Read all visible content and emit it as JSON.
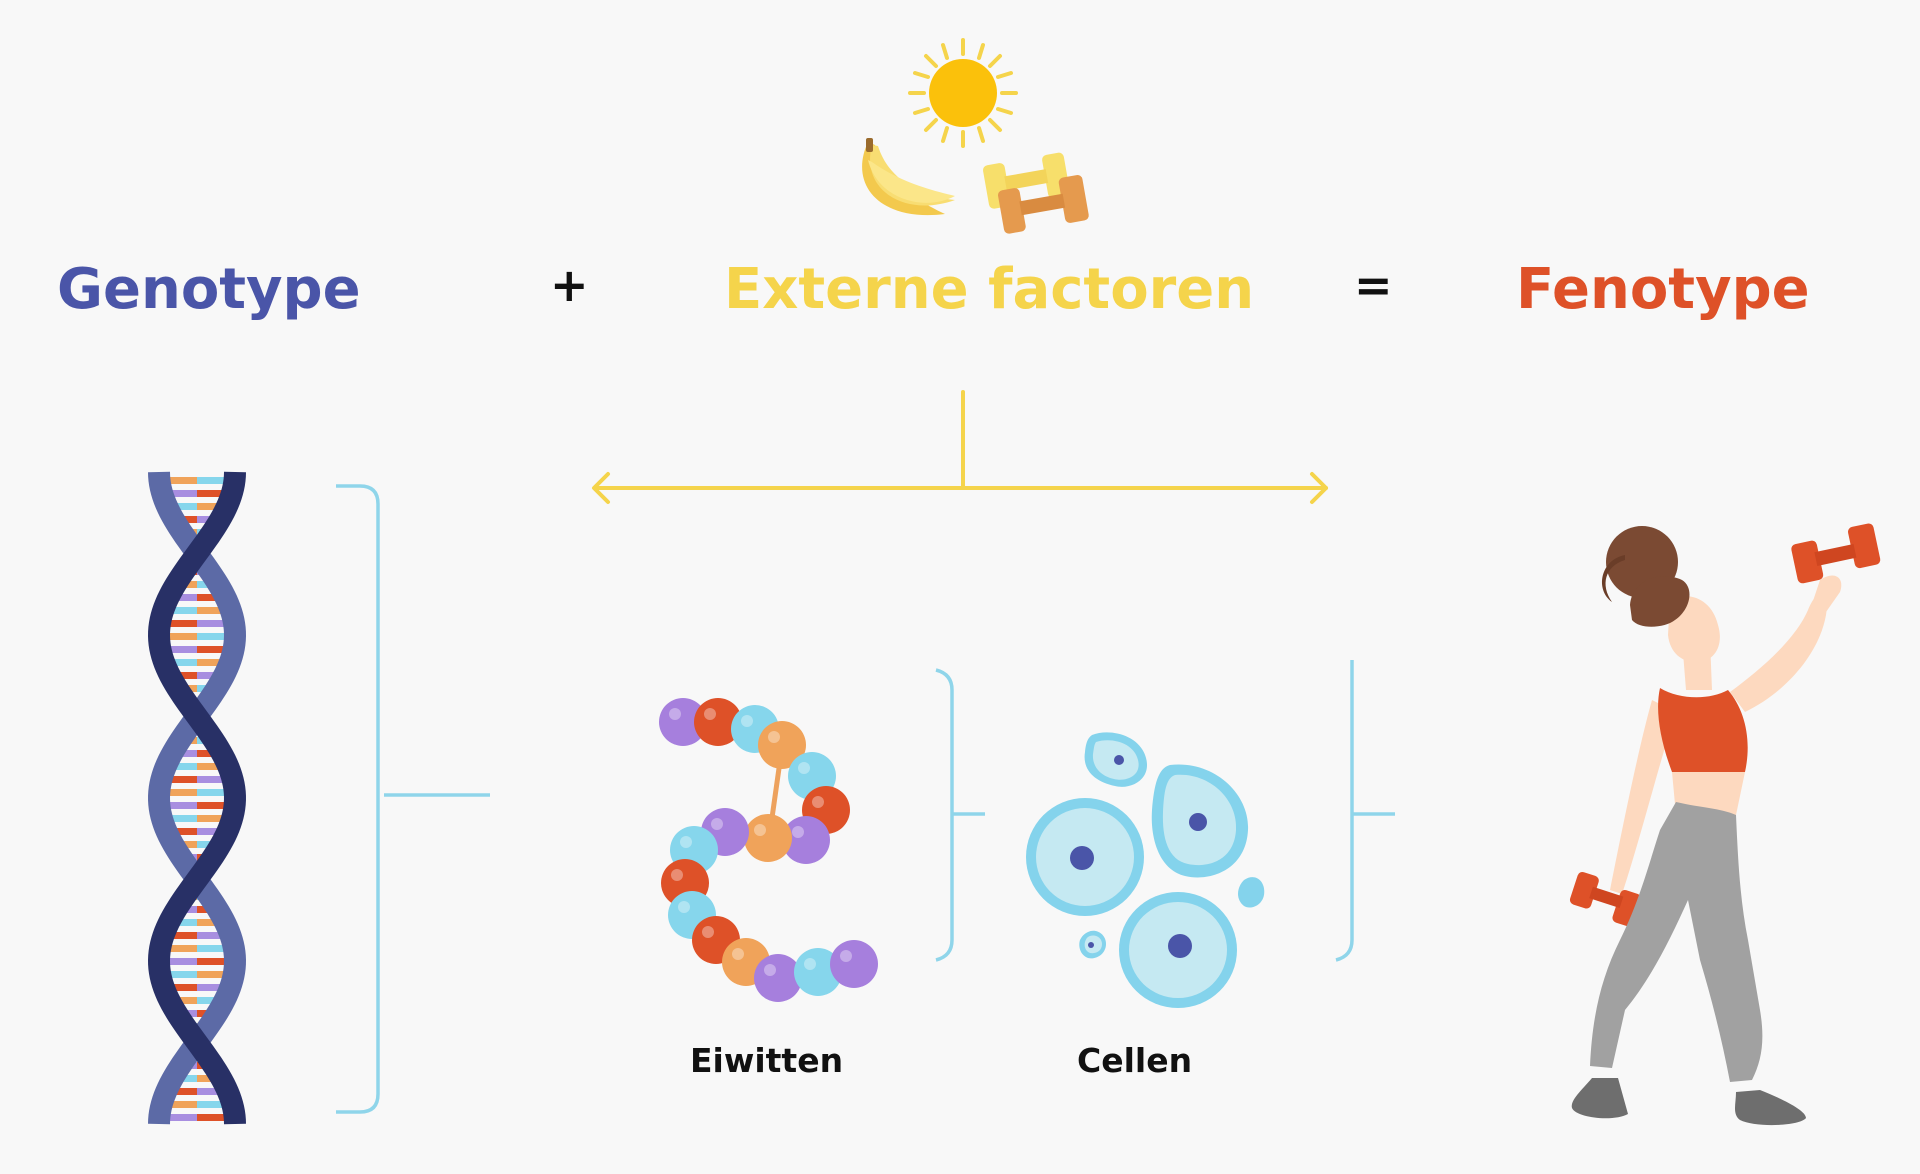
{
  "equation": {
    "genotype": "Genotype",
    "plus": "+",
    "external": "Externe factoren",
    "equals": "=",
    "phenotype": "Fenotype"
  },
  "labels": {
    "proteins": "Eiwitten",
    "cells": "Cellen"
  },
  "icons": [
    "sun-icon",
    "banana-icon",
    "dumbbell-icon",
    "dna-helix-icon",
    "protein-chain-icon",
    "cells-icon",
    "woman-exercising-icon"
  ],
  "colors": {
    "genotype": "#4a55a8",
    "external": "#f5d44b",
    "phenotype": "#de5128",
    "bracket": "#8fd5ea",
    "arrow": "#f5d44b",
    "background": "#f8f8f8"
  }
}
